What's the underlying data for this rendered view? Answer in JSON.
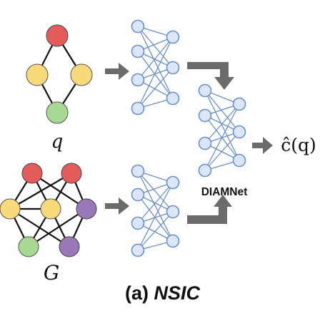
{
  "labels": {
    "query": "q",
    "graph": "G",
    "module": "DIAMNet",
    "output": "ĉ(q)"
  },
  "caption": {
    "prefix": "(a)",
    "title": "NSIC"
  },
  "colors": {
    "red": "#e45b5b",
    "yellow": "#f9da7a",
    "green": "#a8d992",
    "purple": "#9a78b8",
    "neuron_fill": "#dbe7f8",
    "neuron_stroke": "#6b8fc7",
    "arrow": "#6b6b6b",
    "edge": "#111111"
  }
}
